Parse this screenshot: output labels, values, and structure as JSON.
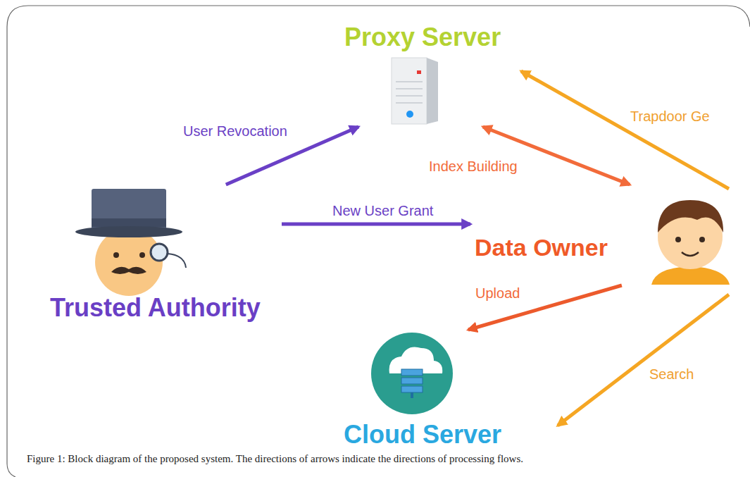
{
  "diagram": {
    "caption": "Figure 1: Block diagram of the proposed system. The directions of arrows indicate the directions of processing flows.",
    "nodes": [
      {
        "text": [
          "Proxy Server"
        ]
      },
      {
        "text": [
          "Trusted Authority"
        ]
      },
      {
        "text": [
          "Data Owner"
        ]
      },
      {
        "text": [
          "Cloud Server"
        ]
      }
    ],
    "edges": [
      {
        "from": 1,
        "to": 0,
        "arrow": "to",
        "label": "User Revocation"
      },
      {
        "from": 1,
        "to": 2,
        "arrow": "to",
        "label": "New User Grant"
      },
      {
        "from": 0,
        "to": 2,
        "arrow": "both",
        "label": "Index Building"
      },
      {
        "from": 2,
        "to": 3,
        "arrow": "to",
        "label": "Upload"
      }
    ],
    "labels": [
      "Trapdoor Ge",
      "Search"
    ]
  }
}
